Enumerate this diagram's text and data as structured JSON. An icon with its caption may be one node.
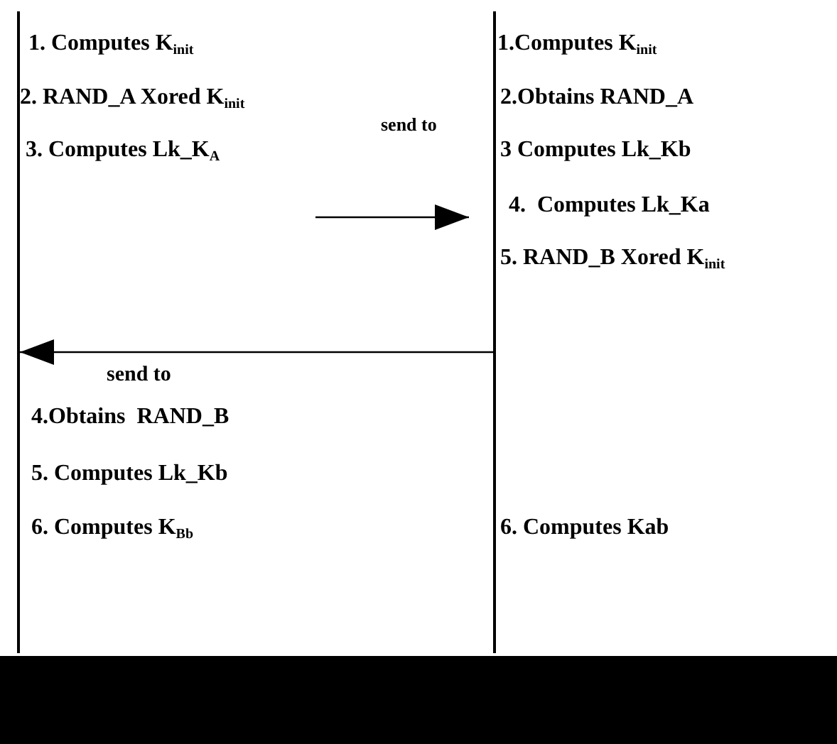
{
  "diagram": {
    "nodes": [
      {
        "text": [],
        "shape": "line",
        "beside": [
          "1. Computes K$_{init}$",
          "2. RAND_A Xored K$_{init}$",
          "3. Computes Lk_K$_{A}$",
          "4.Obtains  RAND_B",
          "5. Computes Lk_Kb",
          "6. Computes K$_{Bb}$"
        ]
      },
      {
        "text": [],
        "shape": "line",
        "beside": [
          "1.Computes K$_{init}$",
          "2.Obtains RAND_A",
          "3 Computes Lk_Kb",
          "4.  Computes Lk_Ka",
          "5. RAND_B Xored K$_{init}$",
          "6. Computes Kab"
        ]
      }
    ],
    "edges": [
      {
        "from": null,
        "to": 1,
        "arrow": "to",
        "label": "send to"
      },
      {
        "from": 1,
        "to": 0,
        "arrow": "to",
        "label": "send to"
      }
    ]
  }
}
